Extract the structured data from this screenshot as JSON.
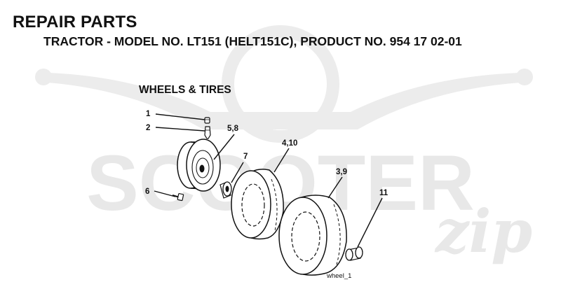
{
  "header": {
    "title": "REPAIR PARTS",
    "subtitle": "TRACTOR - MODEL NO. LT151 (HELT151C), PRODUCT NO. 954 17 02-01"
  },
  "section": {
    "title": "WHEELS & TIRES"
  },
  "watermark": {
    "brand": "SCOOTER",
    "script": "zip",
    "color": "#e6e6e6"
  },
  "callouts": {
    "c1": "1",
    "c2": "2",
    "c58": "5,8",
    "c7": "7",
    "c6": "6",
    "c410": "4,10",
    "c39": "3,9",
    "c11": "11"
  },
  "figure_id": "wheel_1"
}
